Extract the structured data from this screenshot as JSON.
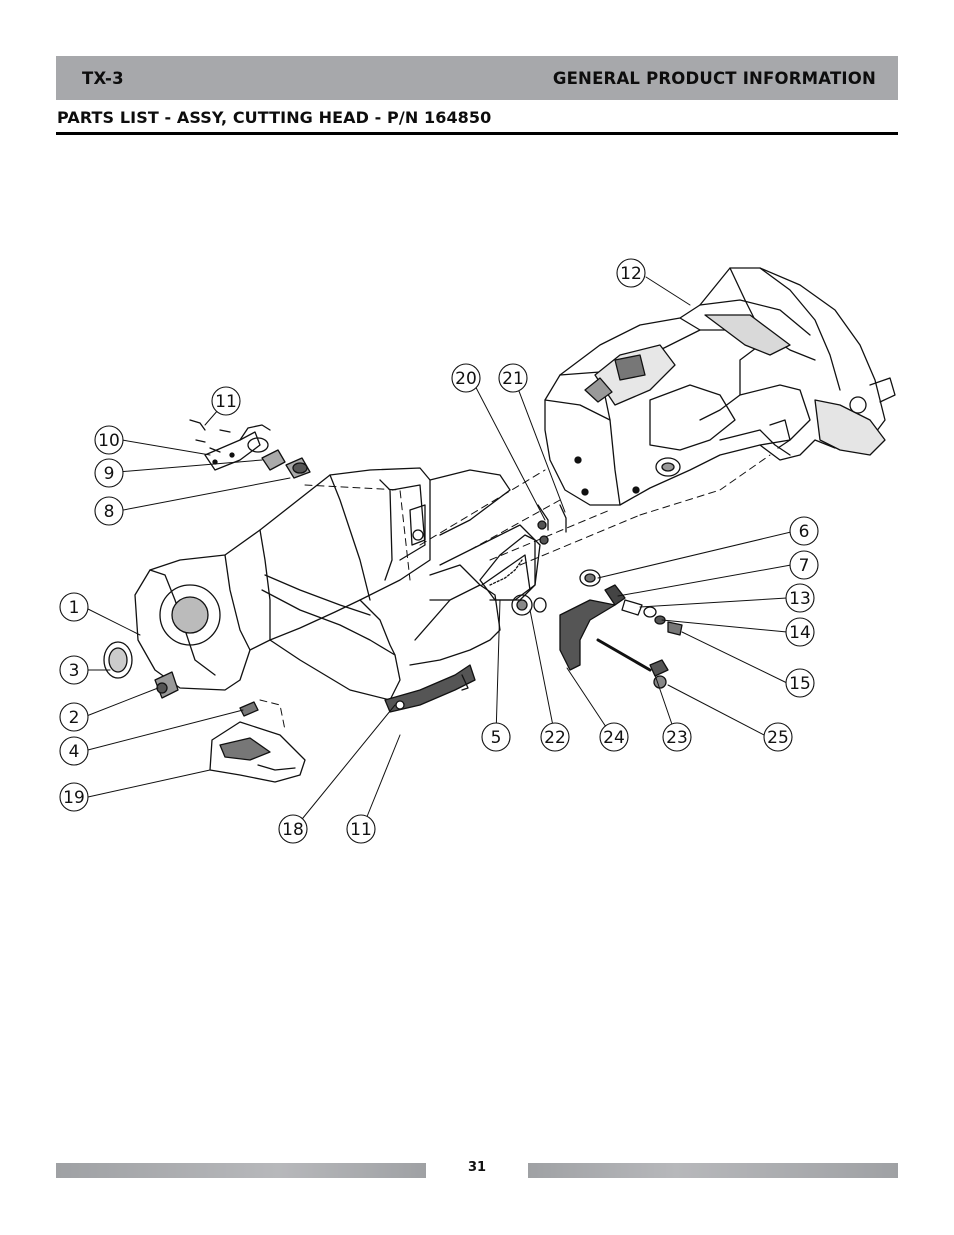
{
  "header": {
    "model": "TX-3",
    "section": "GENERAL PRODUCT INFORMATION"
  },
  "title": "PARTS LIST -  ASSY, CUTTING HEAD - P/N 164850",
  "callouts": {
    "c1": "1",
    "c2": "2",
    "c3": "3",
    "c4": "4",
    "c5": "5",
    "c6": "6",
    "c7": "7",
    "c8": "8",
    "c9": "9",
    "c10": "10",
    "c11a": "11",
    "c11b": "11",
    "c12": "12",
    "c13": "13",
    "c14": "14",
    "c15": "15",
    "c18": "18",
    "c19": "19",
    "c20": "20",
    "c21": "21",
    "c22": "22",
    "c23": "23",
    "c24": "24",
    "c25": "25"
  },
  "page_number": "31"
}
